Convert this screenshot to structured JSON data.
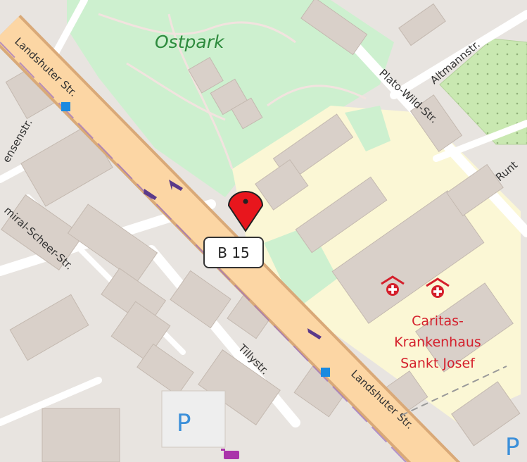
{
  "map": {
    "park_name": "Ostpark",
    "streets": {
      "landshuter_upper": "Landshuter Str.",
      "landshuter_lower": "Landshuter Str.",
      "plato_wild": "Plato-Wild-Str.",
      "altmann": "Altmannstr.",
      "runt": "Runt",
      "ensen": "ensenstr.",
      "admiral_scheer": "miral-Scheer-Str.",
      "tilly": "Tillystr."
    },
    "road_shield": "B 15",
    "hospital": {
      "line1": "Caritas-",
      "line2": "Krankenhaus",
      "line3": "Sankt Josef"
    },
    "parking_symbol": "P",
    "colors": {
      "background": "#e8e4e0",
      "park": "#cdf0cf",
      "hospital_area": "#fbf7d5",
      "main_road": "#fcd6a4",
      "building": "#d9d0c9",
      "marker": "#e8161d",
      "tram_stop": "#1a8ae0",
      "hospital_red": "#d4202c"
    },
    "icons": [
      "location-pin-icon",
      "hospital-icon",
      "tram-stop-icon",
      "parking-icon",
      "shopping-cart-icon",
      "one-way-arrow-icon"
    ]
  }
}
